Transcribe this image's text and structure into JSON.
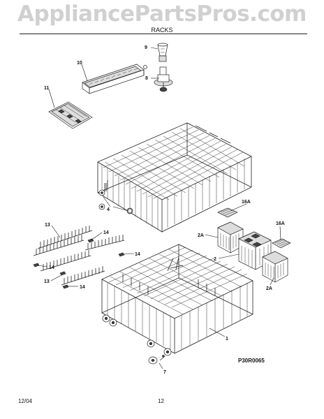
{
  "watermark": "AppliancePartsPros.com",
  "page_title": "RACKS",
  "diagram_code": "P30R0065",
  "footer": {
    "date": "12/04",
    "page": "12"
  },
  "callouts": {
    "c1": "1",
    "c2": "2",
    "c2a_1": "2A",
    "c2a_2": "2A",
    "c4": "4",
    "c7": "7",
    "c8": "8",
    "c9": "9",
    "c10": "10",
    "c11": "11",
    "c13_1": "13",
    "c13_2": "13",
    "c14_1": "14",
    "c14_2": "14",
    "c14_3": "14",
    "c14_4": "14",
    "c16a_1": "16A",
    "c16a_2": "16A"
  }
}
